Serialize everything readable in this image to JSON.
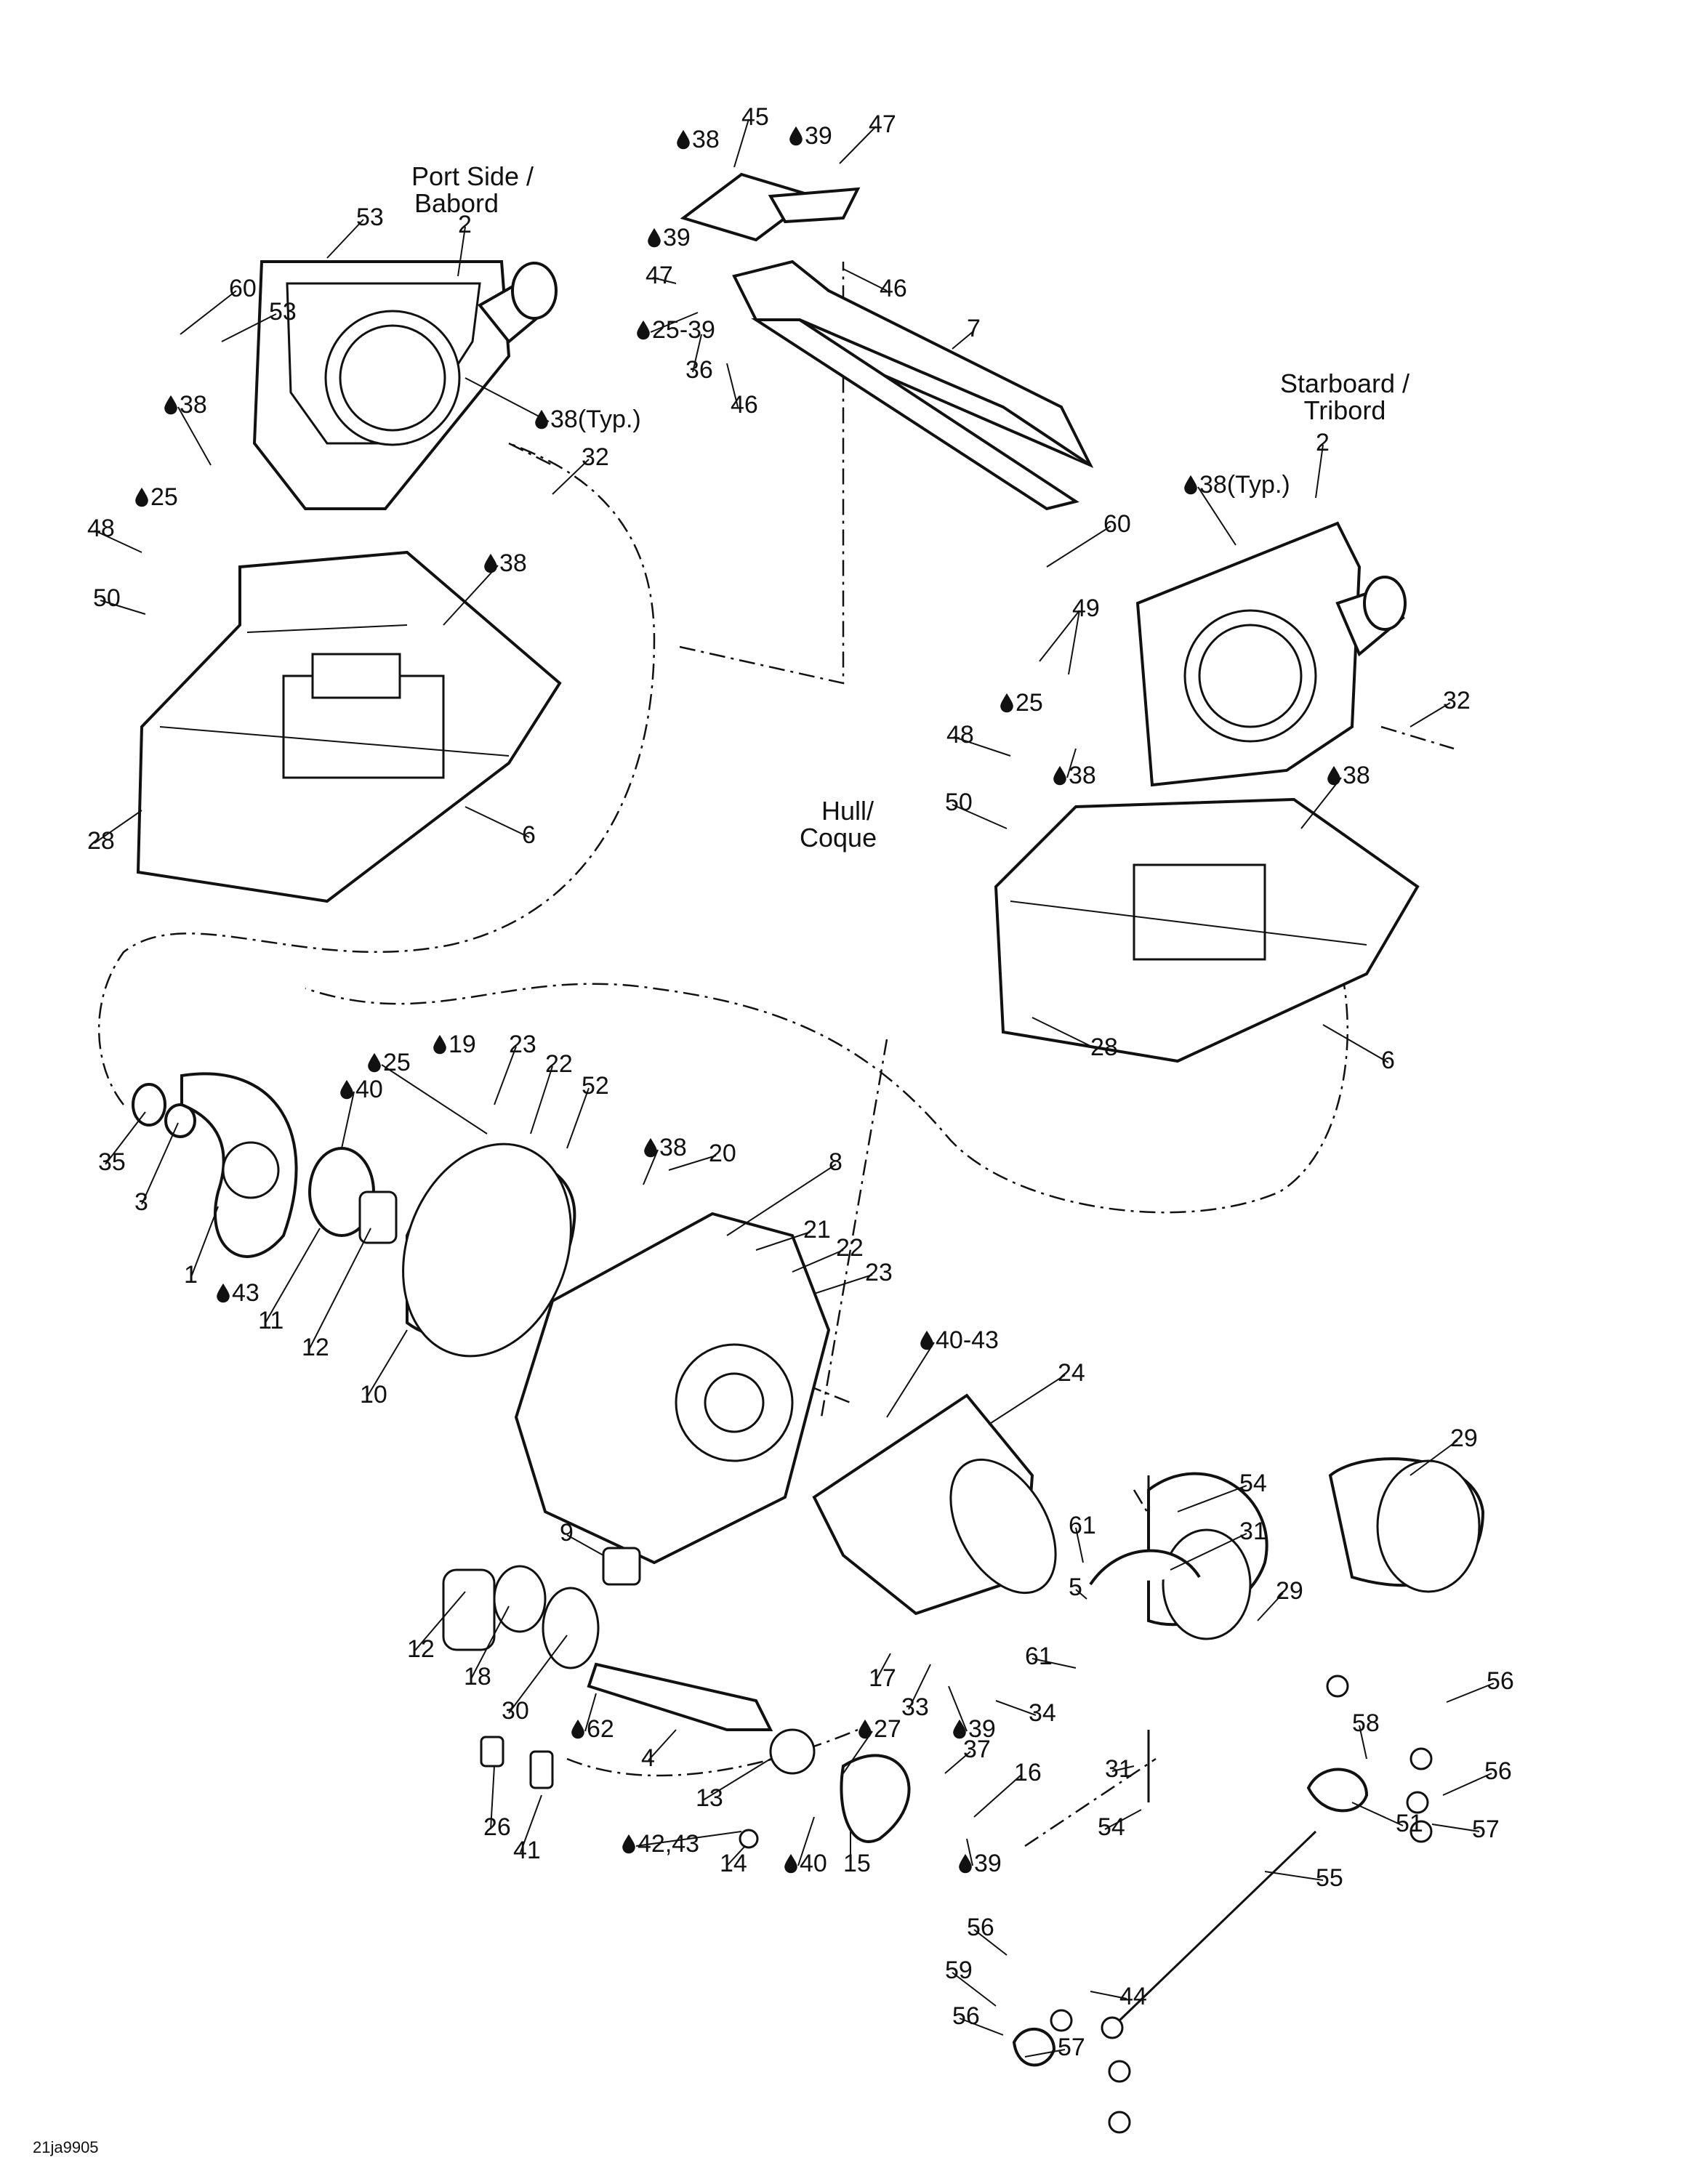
{
  "diagram": {
    "drawing_code": "21ja9905",
    "titles": {
      "port": [
        "Port Side /",
        "Babord"
      ],
      "starboard": [
        "Starboard /",
        "Tribord"
      ],
      "hull": [
        "Hull/",
        "Coque"
      ]
    },
    "callouts": {
      "p53a": "53",
      "p2a": "2",
      "p60a": "60",
      "p53b": "53",
      "p38a": "38",
      "p38typa": "38(Typ.)",
      "p32a": "32",
      "p25a": "25",
      "p48a": "48",
      "p38b": "38",
      "p50a": "50",
      "p28a": "28",
      "p6a": "6",
      "p38c": "38",
      "p45": "45",
      "p39a": "39",
      "p47a": "47",
      "p39b": "39",
      "p47b": "47",
      "p46a": "46",
      "p2539": "25-39",
      "p36": "36",
      "p7": "7",
      "p46b": "46",
      "p2b": "2",
      "p38typb": "38(Typ.)",
      "p60b": "60",
      "p49": "49",
      "p32b": "32",
      "p25b": "25",
      "p48b": "48",
      "p38d": "38",
      "p38e": "38",
      "p50b": "50",
      "p28b": "28",
      "p6b": "6",
      "p35": "35",
      "p3": "3",
      "p1": "1",
      "p43a": "43",
      "p40a": "40",
      "p11": "11",
      "p12a": "12",
      "p25c": "25",
      "p19": "19",
      "p23a": "23",
      "p22a": "22",
      "p52": "52",
      "p38f": "38",
      "p20": "20",
      "p8": "8",
      "p21": "21",
      "p22b": "22",
      "p23b": "23",
      "p10": "10",
      "p4043": "40-43",
      "p24": "24",
      "p29a": "29",
      "p54a": "54",
      "p31a": "31",
      "p61a": "61",
      "p5": "5",
      "p29b": "29",
      "p61b": "61",
      "p9": "9",
      "p12b": "12",
      "p18": "18",
      "p30": "30",
      "p62": "62",
      "p4": "4",
      "p17": "17",
      "p33": "33",
      "p39c": "39",
      "p34": "34",
      "p27": "27",
      "p37": "37",
      "p16": "16",
      "p13": "13",
      "p26": "26",
      "p41": "41",
      "p4243": "42,43",
      "p14": "14",
      "p40b": "40",
      "p15": "15",
      "p39d": "39",
      "p31b": "31",
      "p54b": "54",
      "p56a": "56",
      "p58": "58",
      "p56b": "56",
      "p51": "51",
      "p57a": "57",
      "p55": "55",
      "p56c": "56",
      "p59": "59",
      "p44": "44",
      "p56d": "56",
      "p57b": "57"
    }
  }
}
